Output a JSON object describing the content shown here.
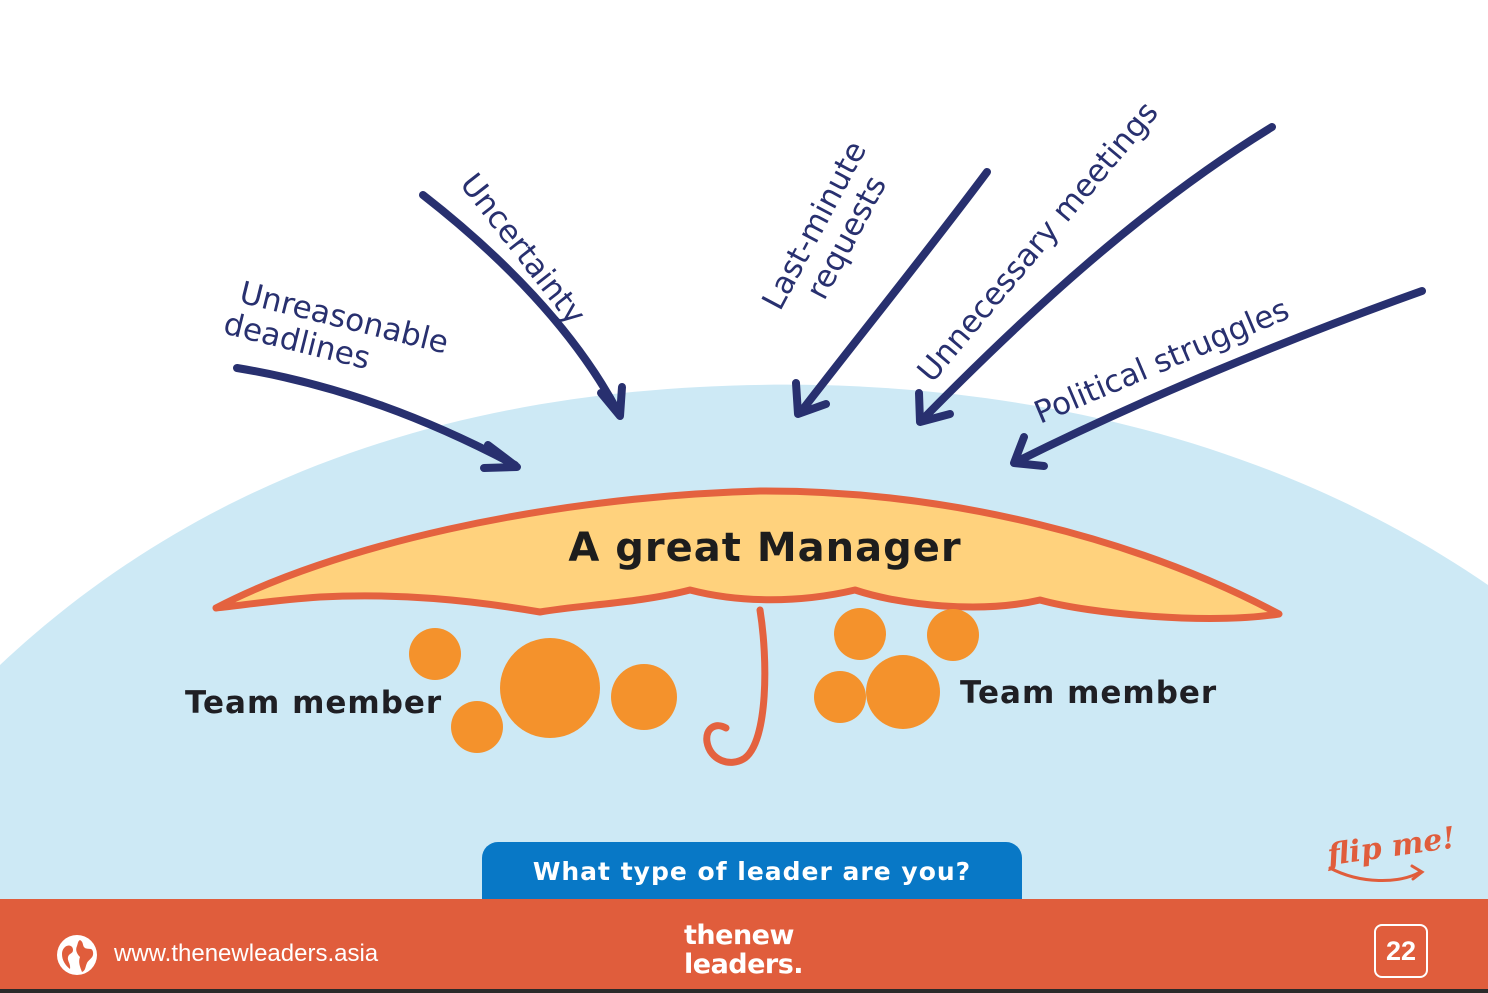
{
  "diagram": {
    "pressures": [
      {
        "id": "unreasonable-deadlines",
        "lines": [
          "Unreasonable",
          "deadlines"
        ]
      },
      {
        "id": "uncertainty",
        "lines": [
          "Uncertainty"
        ]
      },
      {
        "id": "last-minute-requests",
        "lines": [
          "Last-minute",
          "requests"
        ]
      },
      {
        "id": "unnecessary-meetings",
        "lines": [
          "Unnecessary meetings"
        ]
      },
      {
        "id": "political-struggles",
        "lines": [
          "Political struggles"
        ]
      }
    ],
    "umbrella_label": "A great  Manager",
    "team_left_label": "Team member",
    "team_right_label": "Team member"
  },
  "question_tab": "What type of leader are you?",
  "flip_label": "flip me!",
  "footer": {
    "url": "www.thenewleaders.asia",
    "logo_line1": "thenew",
    "logo_line2": "leaders.",
    "page_number": "22"
  },
  "colors": {
    "sky": "#cde9f5",
    "arrow": "#28306f",
    "umbrella_fill": "#ffd27d",
    "umbrella_stroke": "#e4623f",
    "member_circle": "#f4922c",
    "tab": "#0878c6",
    "footer": "#e05d3c"
  },
  "icons": {
    "globe": "globe-icon",
    "arrow": "arrow-icon"
  }
}
